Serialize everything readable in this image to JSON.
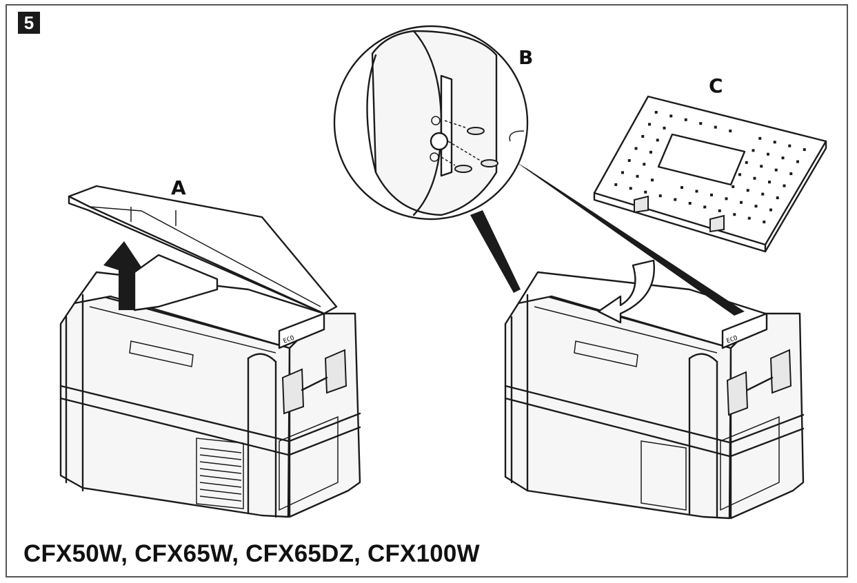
{
  "step_number": "5",
  "callouts": {
    "a": "A",
    "b": "B",
    "c": "C"
  },
  "models_caption": "CFX50W, CFX65W, CFX65DZ, CFX100W",
  "panel_labels": {
    "left_panel": "ECO",
    "right_panel": "ECO"
  },
  "colors": {
    "line": "#1b1b1b",
    "fill": "#f6f6f6",
    "background": "#ffffff"
  }
}
